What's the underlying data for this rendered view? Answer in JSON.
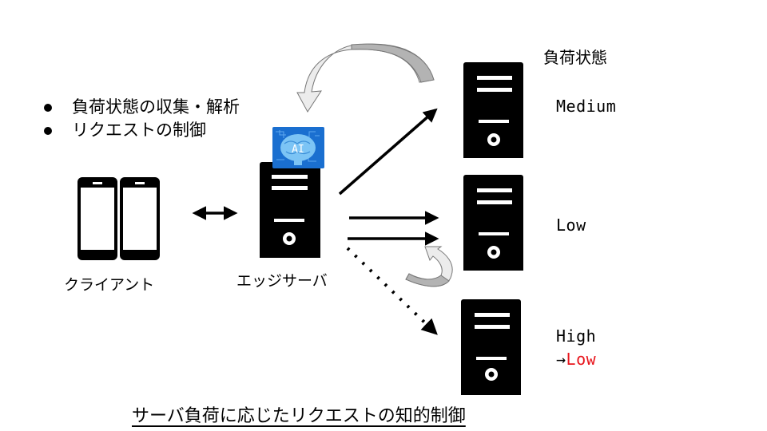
{
  "bullets": [
    {
      "text": "負荷状態の収集・解析"
    },
    {
      "text": "リクエストの制御"
    }
  ],
  "client": {
    "label": "クライアント",
    "icon": "smartphone-icon",
    "count": 2
  },
  "edge_server": {
    "label": "エッジサーバ",
    "icon": "server-icon",
    "badge": {
      "icon": "ai-brain-icon",
      "text": "AI"
    }
  },
  "load_status_header": "負荷状態",
  "servers": [
    {
      "name": "server-medium",
      "status": "Medium"
    },
    {
      "name": "server-low",
      "status": "Low"
    },
    {
      "name": "server-high",
      "status": "High",
      "arrow": "→",
      "new_status": "Low"
    }
  ],
  "colors": {
    "accent_red": "#e8141b",
    "ai_badge_blue": "#1a6fd0",
    "curved_arrow_light": "#ececec",
    "curved_arrow_dark": "#b3b3b3"
  },
  "caption": "サーバ負荷に応じたリクエストの知的制御"
}
